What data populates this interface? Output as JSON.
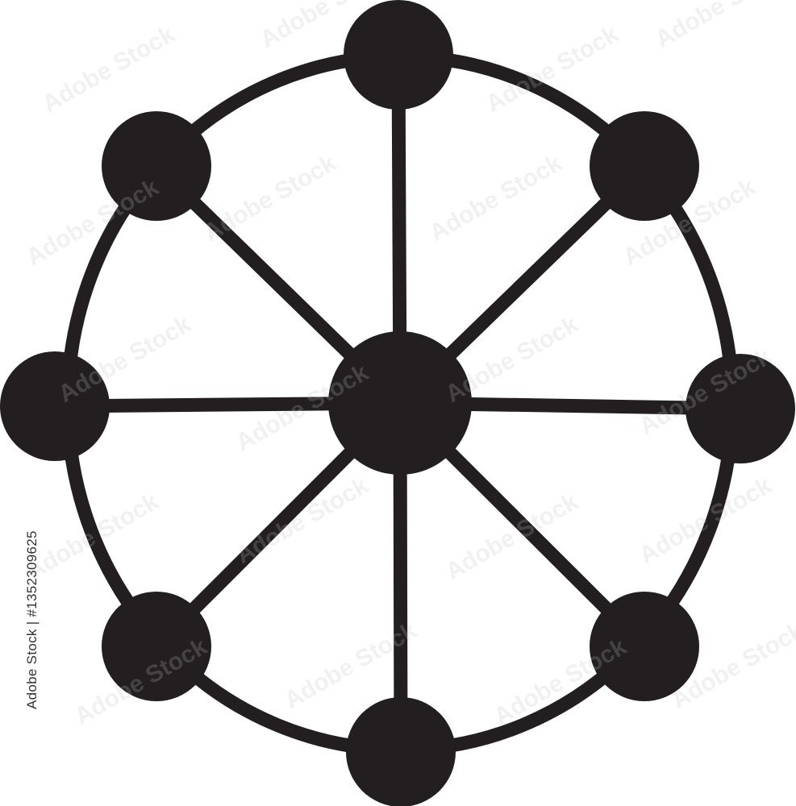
{
  "icon": {
    "name": "network-hub-icon",
    "color": "#231f20",
    "background": "#ffffff",
    "outer_node_count": 8
  },
  "stock_id": "Adobe Stock | #1352309625",
  "watermark": {
    "text": "Adobe Stock",
    "color": "#bdbdbd"
  }
}
